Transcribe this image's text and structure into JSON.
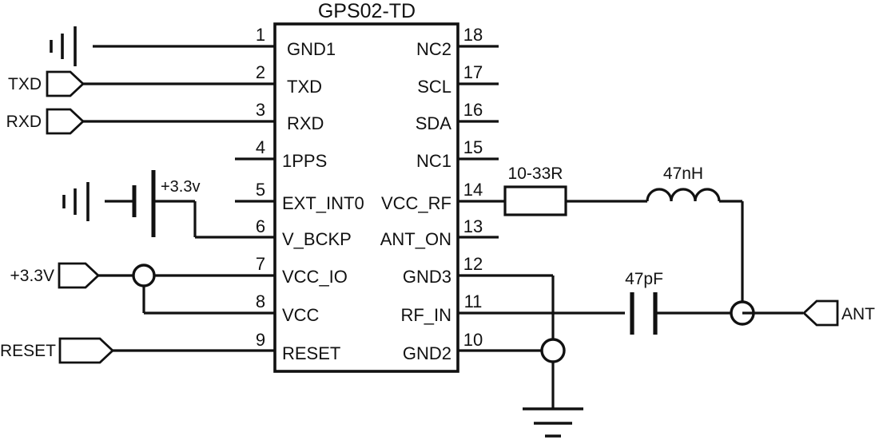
{
  "diagram": {
    "title": "GPS02-TD",
    "type": "schematic",
    "colors": {
      "line": "#111111",
      "background": "#ffffff"
    }
  },
  "chip": {
    "designator_label": "GPS02-TD",
    "left_pins": [
      {
        "number": "1",
        "name": "GND1"
      },
      {
        "number": "2",
        "name": "TXD"
      },
      {
        "number": "3",
        "name": "RXD"
      },
      {
        "number": "4",
        "name": "1PPS"
      },
      {
        "number": "5",
        "name": "EXT_INT0"
      },
      {
        "number": "6",
        "name": "V_BCKP"
      },
      {
        "number": "7",
        "name": "VCC_IO"
      },
      {
        "number": "8",
        "name": "VCC"
      },
      {
        "number": "9",
        "name": "RESET"
      }
    ],
    "right_pins": [
      {
        "number": "18",
        "name": "NC2"
      },
      {
        "number": "17",
        "name": "SCL"
      },
      {
        "number": "16",
        "name": "SDA"
      },
      {
        "number": "15",
        "name": "NC1"
      },
      {
        "number": "14",
        "name": "VCC_RF"
      },
      {
        "number": "13",
        "name": "ANT_ON"
      },
      {
        "number": "12",
        "name": "GND3"
      },
      {
        "number": "11",
        "name": "RF_IN"
      },
      {
        "number": "10",
        "name": "GND2"
      }
    ]
  },
  "net_labels": {
    "txd": "TXD",
    "rxd": "RXD",
    "vcc_33v": "+3.3V",
    "reset": "RESET",
    "ant": "ANT"
  },
  "supply_labels": {
    "battery": "+3.3v"
  },
  "components": [
    {
      "ref": "resistor",
      "value": "10-33R",
      "kind": "resistor"
    },
    {
      "ref": "inductor",
      "value": "47nH",
      "kind": "inductor"
    },
    {
      "ref": "capacitor",
      "value": "47pF",
      "kind": "capacitor"
    }
  ],
  "component_values": {
    "resistor": "10-33R",
    "inductor": "47nH",
    "capacitor": "47pF"
  },
  "symbols": {
    "ground_left_top": "ground-icon",
    "ground_left_mid": "ground-icon",
    "ground_bottom": "ground-icon",
    "battery": "battery-icon"
  }
}
